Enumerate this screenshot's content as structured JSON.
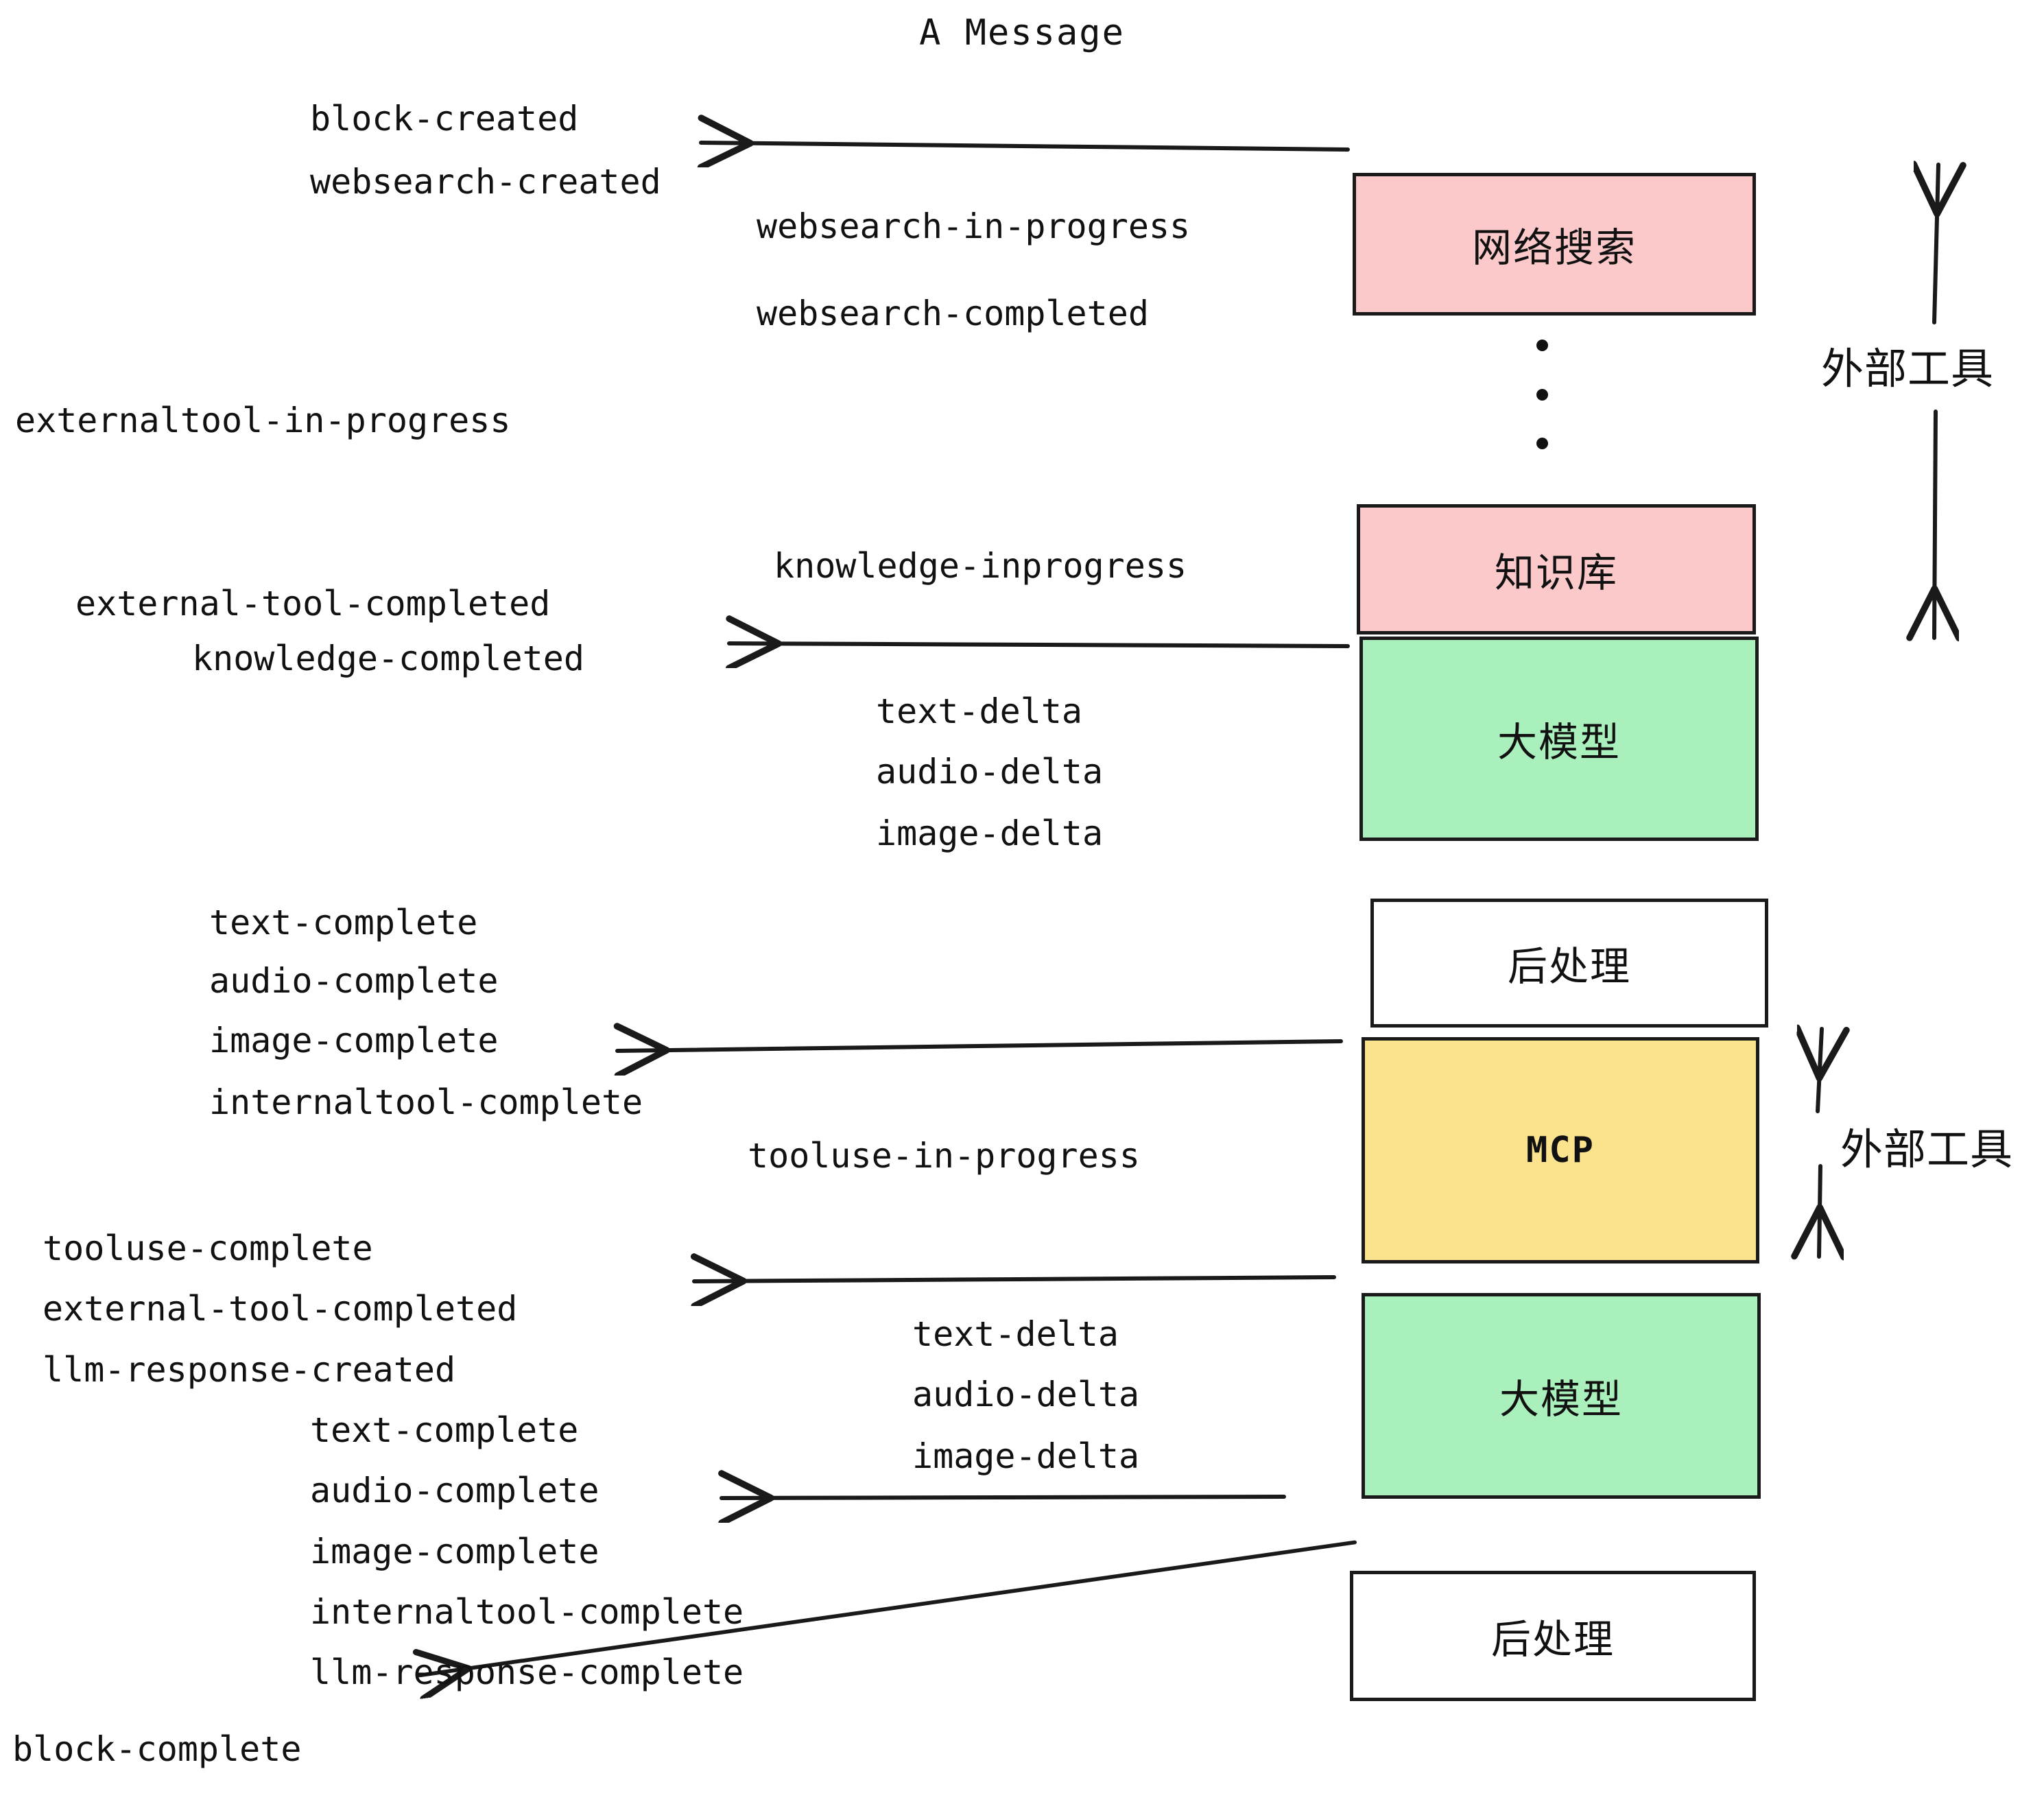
{
  "title": "A Message",
  "colors": {
    "external_tool_fill": "#fcc9ca",
    "llm_fill": "#aaf0bd",
    "mcp_fill": "#fbe38e",
    "postprocess_fill": "#ffffff",
    "stroke": "#1a1a1a",
    "text": "#111111",
    "background": "#ffffff"
  },
  "nodes": [
    {
      "id": "websearch",
      "label": "网络搜索",
      "fill": "external_tool_fill"
    },
    {
      "id": "knowledge",
      "label": "知识库",
      "fill": "external_tool_fill"
    },
    {
      "id": "llm-1",
      "label": "大模型",
      "fill": "llm_fill"
    },
    {
      "id": "postprocess-1",
      "label": "后处理",
      "fill": "postprocess_fill"
    },
    {
      "id": "mcp",
      "label": "MCP",
      "fill": "mcp_fill"
    },
    {
      "id": "llm-2",
      "label": "大模型",
      "fill": "llm_fill"
    },
    {
      "id": "postprocess-2",
      "label": "后处理",
      "fill": "postprocess_fill"
    }
  ],
  "side_labels": [
    {
      "id": "external-tool-top",
      "label": "外部工具"
    },
    {
      "id": "external-tool-bottom",
      "label": "外部工具"
    }
  ],
  "events": [
    {
      "id": "block-created",
      "text": "block-created"
    },
    {
      "id": "websearch-created",
      "text": "websearch-created"
    },
    {
      "id": "websearch-in-progress",
      "text": "websearch-in-progress"
    },
    {
      "id": "websearch-completed",
      "text": "websearch-completed"
    },
    {
      "id": "externaltool-in-progress",
      "text": "externaltool-in-progress"
    },
    {
      "id": "knowledge-inprogress",
      "text": "knowledge-inprogress"
    },
    {
      "id": "external-tool-completed-1",
      "text": "external-tool-completed"
    },
    {
      "id": "knowledge-completed",
      "text": "knowledge-completed"
    },
    {
      "id": "text-delta-1",
      "text": "text-delta"
    },
    {
      "id": "audio-delta-1",
      "text": "audio-delta"
    },
    {
      "id": "image-delta-1",
      "text": "image-delta"
    },
    {
      "id": "text-complete-1",
      "text": "text-complete"
    },
    {
      "id": "audio-complete-1",
      "text": "audio-complete"
    },
    {
      "id": "image-complete-1",
      "text": "image-complete"
    },
    {
      "id": "internaltool-complete-1",
      "text": "internaltool-complete"
    },
    {
      "id": "tooluse-in-progress",
      "text": "tooluse-in-progress"
    },
    {
      "id": "tooluse-complete",
      "text": "tooluse-complete"
    },
    {
      "id": "external-tool-completed-2",
      "text": "external-tool-completed"
    },
    {
      "id": "llm-response-created",
      "text": "llm-response-created"
    },
    {
      "id": "text-delta-2",
      "text": "text-delta"
    },
    {
      "id": "audio-delta-2",
      "text": "audio-delta"
    },
    {
      "id": "image-delta-2",
      "text": "image-delta"
    },
    {
      "id": "text-complete-2",
      "text": "text-complete"
    },
    {
      "id": "audio-complete-2",
      "text": "audio-complete"
    },
    {
      "id": "image-complete-2",
      "text": "image-complete"
    },
    {
      "id": "internaltool-complete-2",
      "text": "internaltool-complete"
    },
    {
      "id": "llm-response-complete",
      "text": "llm-response-complete"
    },
    {
      "id": "block-complete",
      "text": "block-complete"
    }
  ]
}
